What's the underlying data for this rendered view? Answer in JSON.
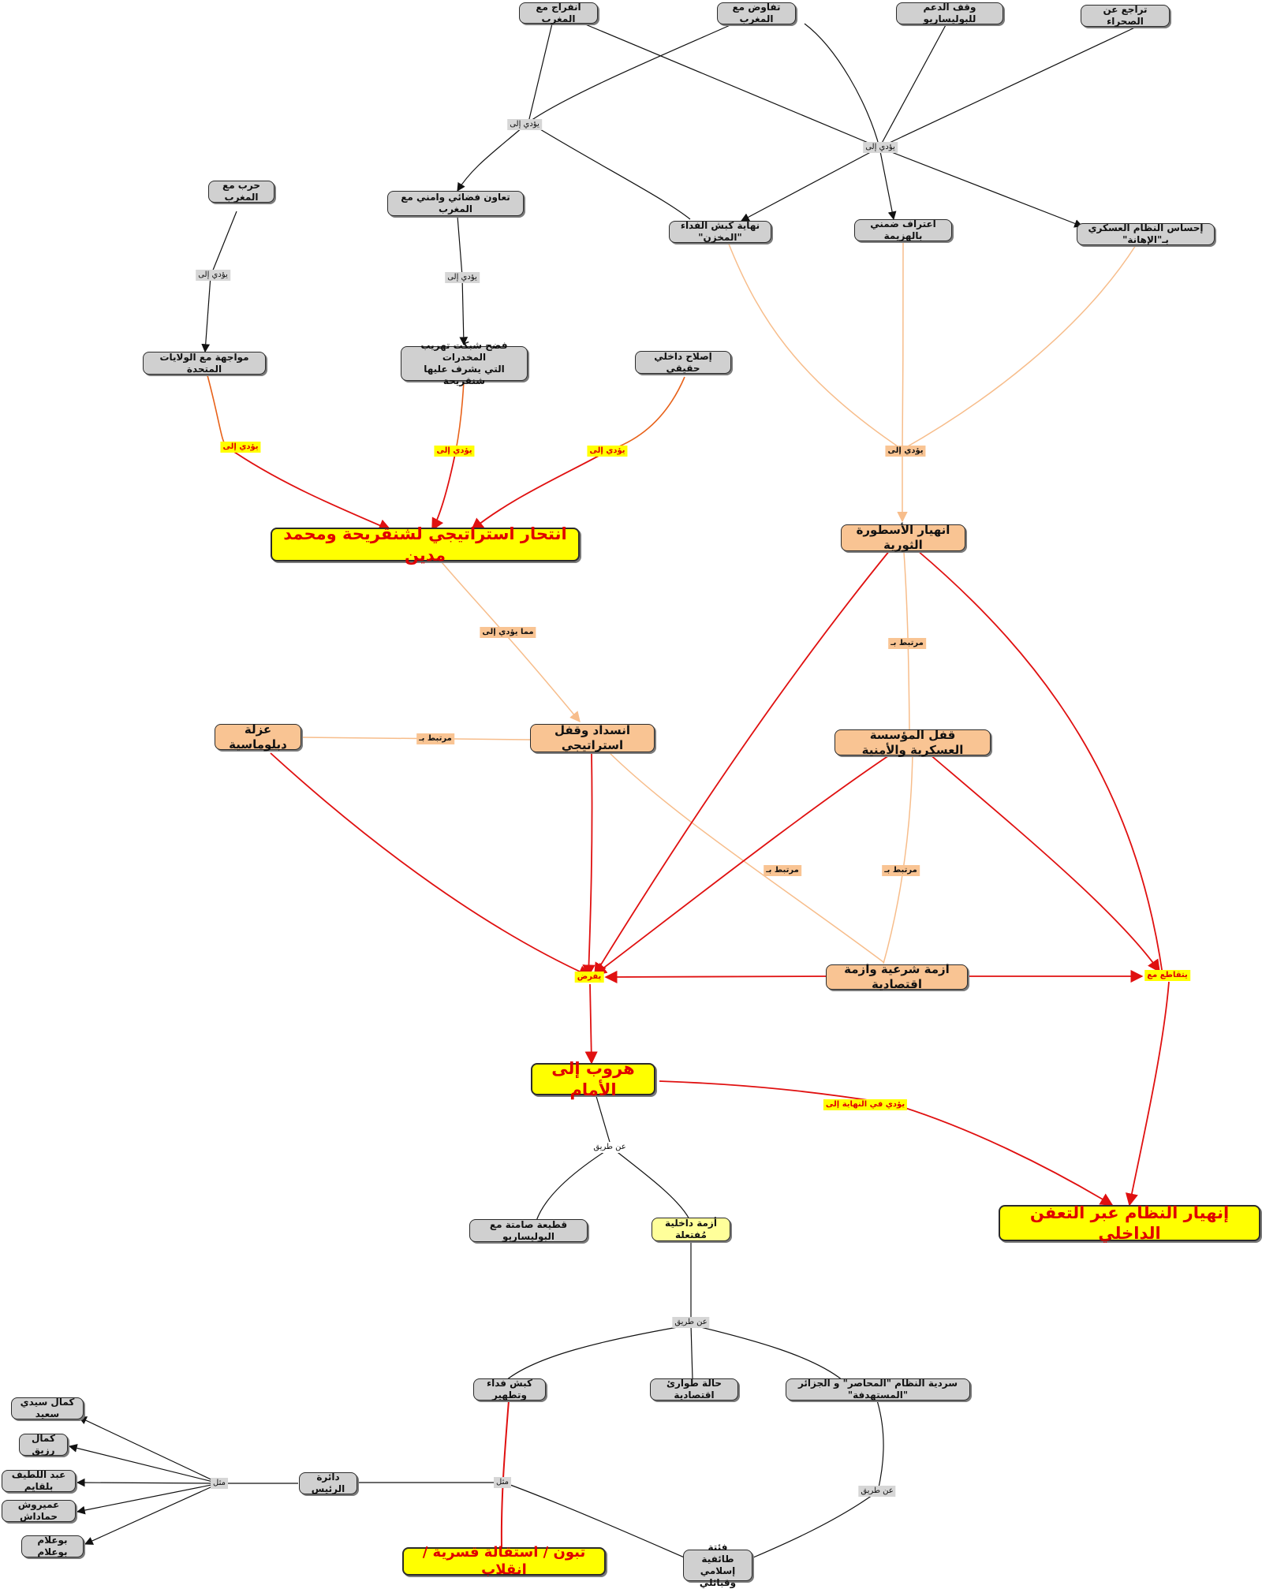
{
  "nodes": {
    "n1": "انفراج مع المغرب",
    "n2": "تفاوض مع المغرب",
    "n3": "وقف الدعم للبوليساريو",
    "n4": "تراجع عن الصحراء",
    "n5": "حرب مع المغرب",
    "n6": "تعاون فضائي وامني مع المغرب",
    "n7": "نهاية كبش الفداء \"المخزن\"",
    "n8": "اعتراف ضمني بالهزيمة",
    "n9": "إحساس النظام العسكري بـ\"الإهانة\"",
    "n10": "مواجهة مع الولايات المتحدة",
    "n11": "فضح شبكت تهريب المخدرات\nالتي يشرف عليها شنقريحة",
    "n12": "إصلاح داخلي حقيقي",
    "n13": "انتحار استراتيجي لشنقريحة ومحمد مدين",
    "n14": "انهيار الأسطورة الثورية",
    "n15": "عزلة دبلوماسية",
    "n16": "انسداد وقفل استراتيجي",
    "n17": "قفل المؤسسة العسكرية والأمنية",
    "n18": "ازمة شرعية وازمة اقتصادية",
    "n19": "هروب إلى الأمام",
    "n20": "قطيعة صامتة مع البوليساريو",
    "n21": "أزمة داخلية مُفتعلة",
    "n22": "إنهيار النظام عبر التعفن الداخلي",
    "n23": "كبش فداء وتطهير",
    "n24": "حالة طوارئ اقتصادية",
    "n25": "سردية النظام \"المحاصر\" و الجزائر \"المستهدفة\"",
    "n26": "دائرة الرئيس",
    "n27": "كمال سيدي سعيد",
    "n28": "كمال رزيق",
    "n29": "عبد اللطيف بلقايم",
    "n30": "عميروش حماداش",
    "n31": "بوعلام بوعلام",
    "n32": "تبون / استقالة قسرية / انقلاب",
    "n33": "فئتة طائفية\nإسلامي وقبائلي"
  },
  "edge_labels": {
    "l1": "يؤدي إلى",
    "l2": "يؤدي إلى",
    "l3": "يؤدي إلى",
    "l4": "يؤدي إلى",
    "l5": "يؤدي إلى",
    "l6": "يؤدي إلى",
    "l7": "يؤدي إلى",
    "l8": "يؤدي إلى",
    "l9": "مما يؤدي إلى",
    "l10": "مرتبط بـ",
    "l11": "مرتبط بـ",
    "l12": "مرتبط بـ",
    "l13": "مرتبط بـ",
    "l14": "يفرض",
    "l15": "يتقاطع مع",
    "l16": "يؤدي في النهاية إلى",
    "l17": "عن طريق",
    "l18": "عن طريق",
    "l19": "عن طريق",
    "l20": "مثل",
    "l21": "مثل"
  },
  "colors": {
    "black_edge": "#111111",
    "peach_edge": "#f7bd8b",
    "red_edge": "#e01010",
    "orange_edge": "#e8621a",
    "yellow_fill": "#ffff00",
    "orange_fill": "#f9c493",
    "gray_fill": "#d0d0d0",
    "red_text": "#e00000"
  }
}
